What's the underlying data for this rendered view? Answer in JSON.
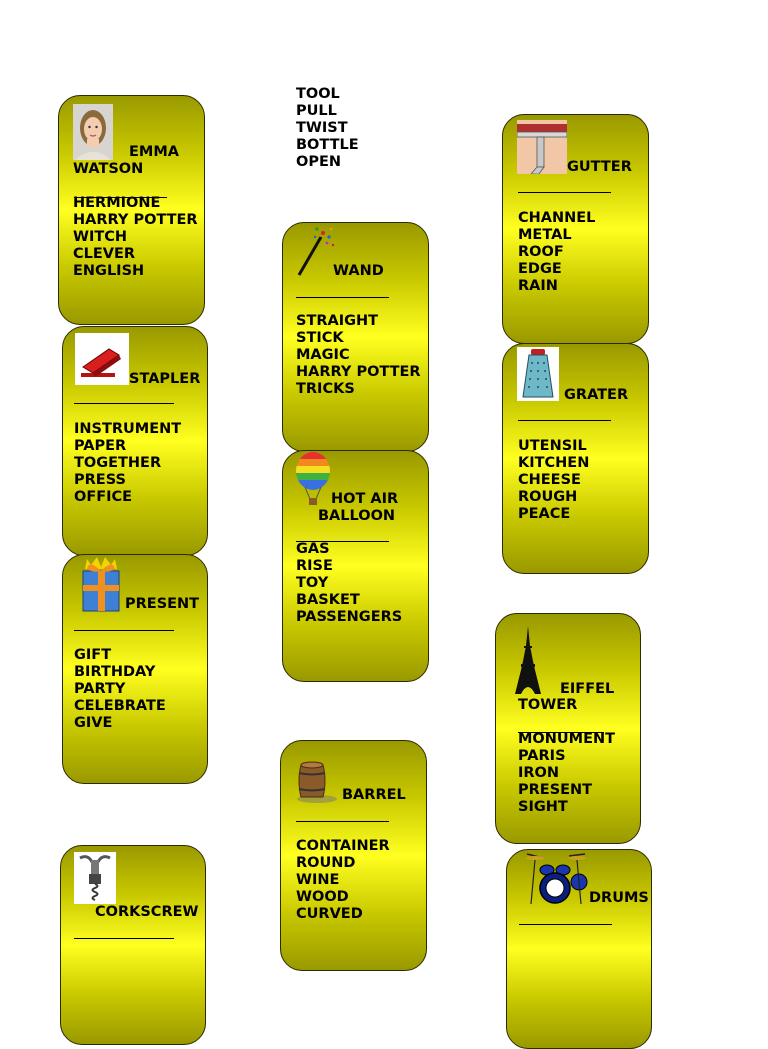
{
  "top_words": [
    "TOOL",
    "PULL",
    "TWIST",
    "BOTTLE",
    "OPEN"
  ],
  "divider": "____________",
  "cards": {
    "emma": {
      "title_line1": "EMMA",
      "title_line2": "WATSON",
      "words": [
        "HERMIONE",
        "HARRY POTTER",
        "WITCH",
        "CLEVER",
        "ENGLISH"
      ]
    },
    "stapler": {
      "title": "STAPLER",
      "words": [
        "INSTRUMENT",
        "PAPER",
        "TOGETHER",
        "PRESS",
        "OFFICE"
      ]
    },
    "present": {
      "title": "PRESENT",
      "words": [
        "GIFT",
        "BIRTHDAY",
        "PARTY",
        "CELEBRATE",
        "GIVE"
      ]
    },
    "corkscrew": {
      "title": "CORKSCREW",
      "words": []
    },
    "wand": {
      "title": "WAND",
      "words": [
        "STRAIGHT",
        "STICK",
        "MAGIC",
        "HARRY POTTER",
        "TRICKS"
      ]
    },
    "balloon": {
      "title_line1": "HOT AIR",
      "title_line2": "BALLOON",
      "words": [
        "GAS",
        "RISE",
        "TOY",
        "BASKET",
        "PASSENGERS"
      ]
    },
    "barrel": {
      "title": "BARREL",
      "words": [
        "CONTAINER",
        "ROUND",
        "WINE",
        "WOOD",
        "CURVED"
      ]
    },
    "gutter": {
      "title": "GUTTER",
      "words": [
        "CHANNEL",
        "METAL",
        "ROOF",
        "EDGE",
        "RAIN"
      ]
    },
    "grater": {
      "title": "GRATER",
      "words": [
        "UTENSIL",
        "KITCHEN",
        "CHEESE",
        "ROUGH",
        "PEACE"
      ]
    },
    "eiffel": {
      "title_line1": "EIFFEL",
      "title_line2": "TOWER",
      "words": [
        "MONUMENT",
        "PARIS",
        "IRON",
        "PRESENT",
        "SIGHT"
      ]
    },
    "drums": {
      "title": "DRUMS",
      "words": []
    }
  }
}
